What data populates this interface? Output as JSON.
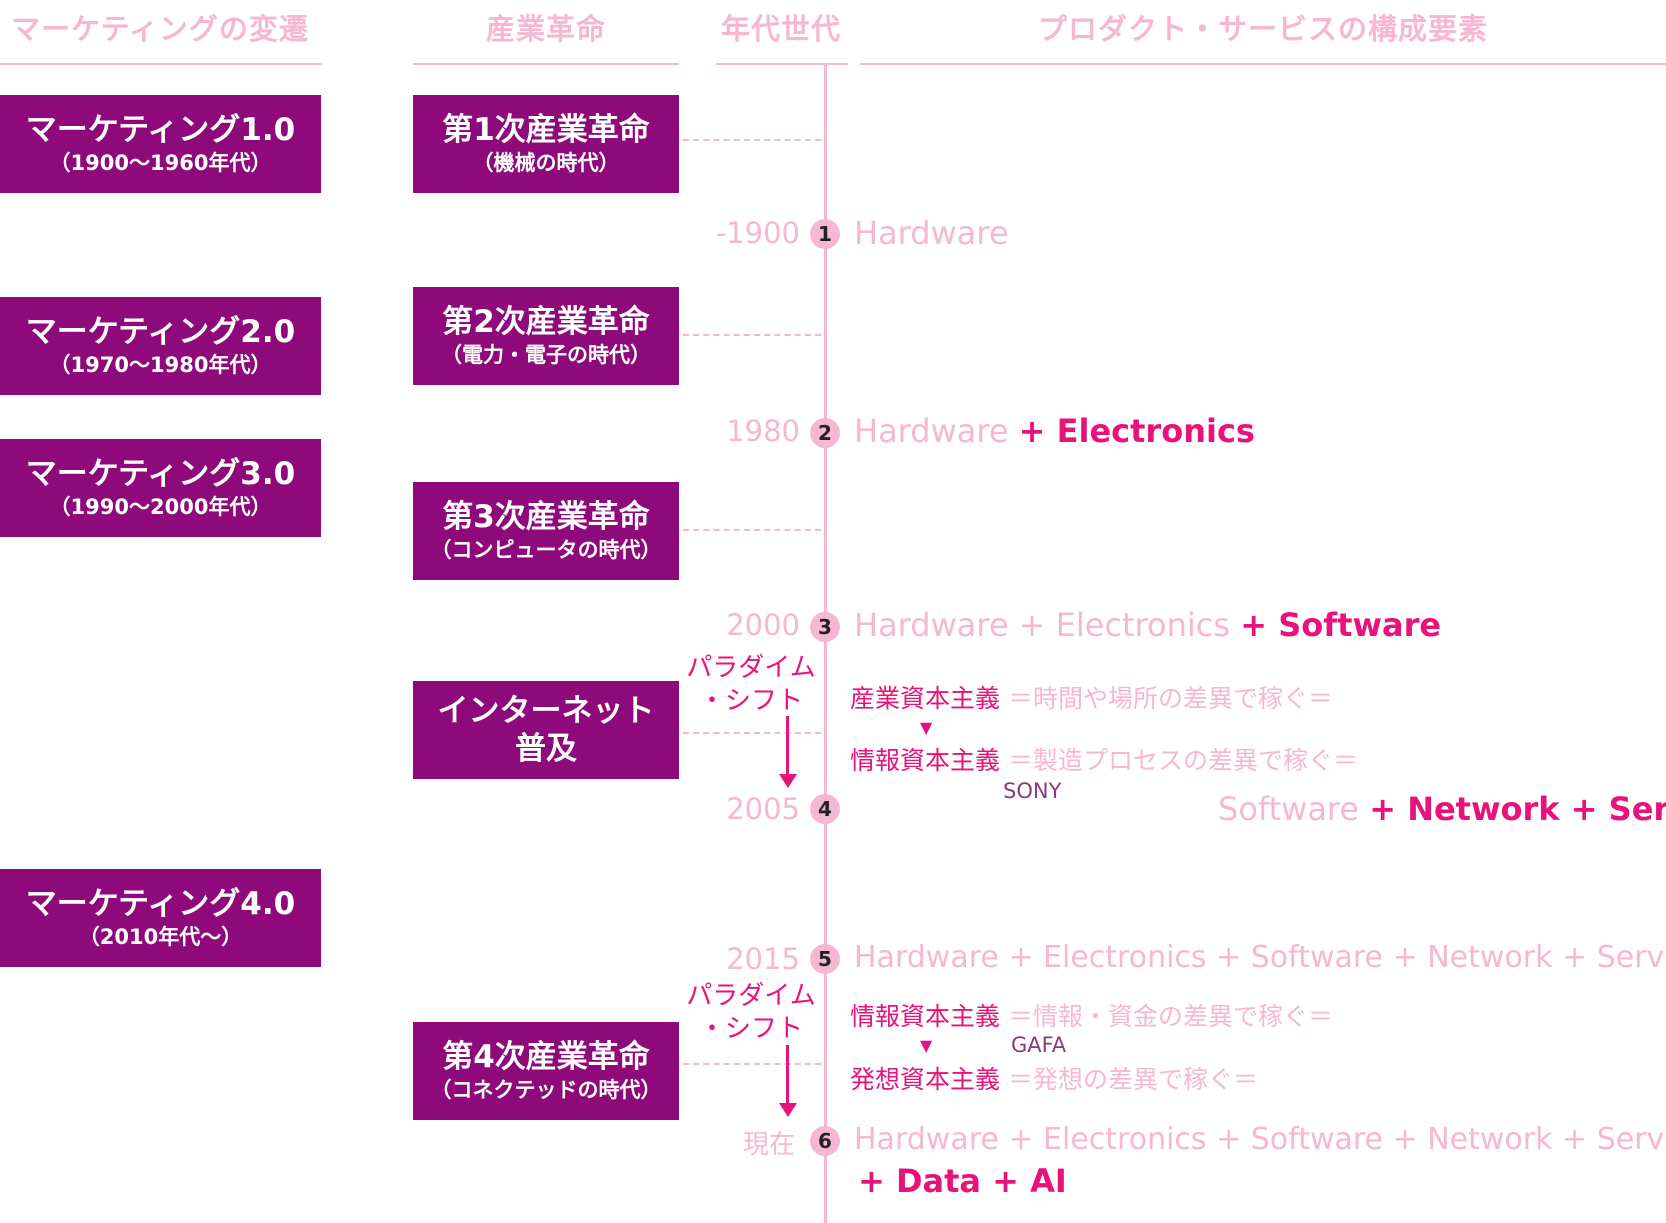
{
  "headers": {
    "marketing": "マーケティングの変遷",
    "industrial": "産業革命",
    "era": "年代世代",
    "components": "プロダクト・サービスの構成要素"
  },
  "marketing": [
    {
      "title": "マーケティング1.0",
      "period": "（1900〜1960年代）"
    },
    {
      "title": "マーケティング2.0",
      "period": "（1970〜1980年代）"
    },
    {
      "title": "マーケティング3.0",
      "period": "（1990〜2000年代）"
    },
    {
      "title": "マーケティング4.0",
      "period": "（2010年代〜）"
    }
  ],
  "revolutions": [
    {
      "title": "第1次産業革命",
      "sub": "（機械の時代）"
    },
    {
      "title": "第2次産業革命",
      "sub": "（電力・電子の時代）"
    },
    {
      "title": "第3次産業革命",
      "sub": "（コンピュータの時代）"
    },
    {
      "title": "インターネット",
      "sub": "普及"
    },
    {
      "title": "第4次産業革命",
      "sub": "（コネクテッドの時代）"
    }
  ],
  "timeline": [
    {
      "year": "1900",
      "num": "1"
    },
    {
      "year": "1980",
      "num": "2"
    },
    {
      "year": "2000",
      "num": "3"
    },
    {
      "year": "2005",
      "num": "4"
    },
    {
      "year": "2015",
      "num": "5"
    },
    {
      "year": "現在",
      "num": "6"
    }
  ],
  "components": {
    "row1": {
      "base": "Hardware"
    },
    "row2": {
      "base": "Hardware",
      "added": "+ Electronics"
    },
    "row3": {
      "base": "Hardware + Electronics",
      "added": "+ Software"
    },
    "row4": {
      "base": "Software",
      "added": "+ Network + Service"
    },
    "row5": {
      "base": "Hardware + Electronics + Software + Network + Service"
    },
    "row6": {
      "base": "Hardware + Electronics + Software + Network + Service",
      "added": "+ Data + AI"
    }
  },
  "paradigm_shift": {
    "line1": "パラダイム",
    "line2": "・シフト"
  },
  "capitalism": {
    "industrial": {
      "name": "産業資本主義",
      "desc": "＝時間や場所の差異で稼ぐ＝"
    },
    "information_a": {
      "name": "情報資本主義",
      "desc": "＝製造プロセスの差異で稼ぐ＝"
    },
    "information_b": {
      "name": "情報資本主義",
      "desc": "＝情報・資金の差異で稼ぐ＝"
    },
    "idea": {
      "name": "発想資本主義",
      "desc": "＝発想の差異で稼ぐ＝"
    }
  },
  "brands": {
    "first": "SONY",
    "second": "GAFA"
  },
  "colors": {
    "purple": "#8e0a7a",
    "pink_light": "#f6b7d3",
    "magenta": "#e8137a"
  }
}
